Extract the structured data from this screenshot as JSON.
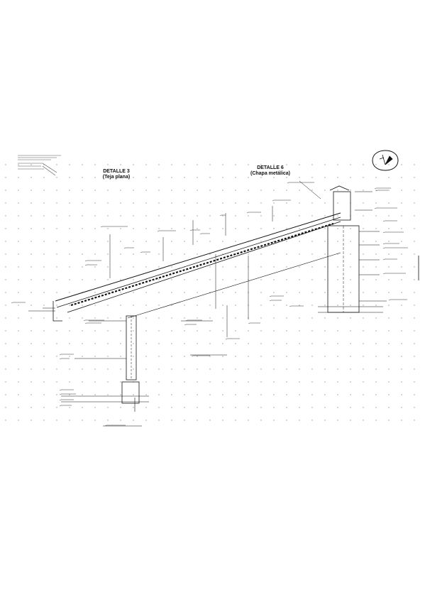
{
  "sheet": {
    "detail3": {
      "title": "DETALLE 3",
      "subtitle": "(Teja plana)"
    },
    "detail6": {
      "title": "DETALLE 6",
      "subtitle": "(Chapa metálica)"
    },
    "north_symbol": "north-arrow-icon",
    "colors": {
      "ink": "#111111",
      "paper": "#ffffff",
      "dots": "#9a9a9a"
    }
  }
}
